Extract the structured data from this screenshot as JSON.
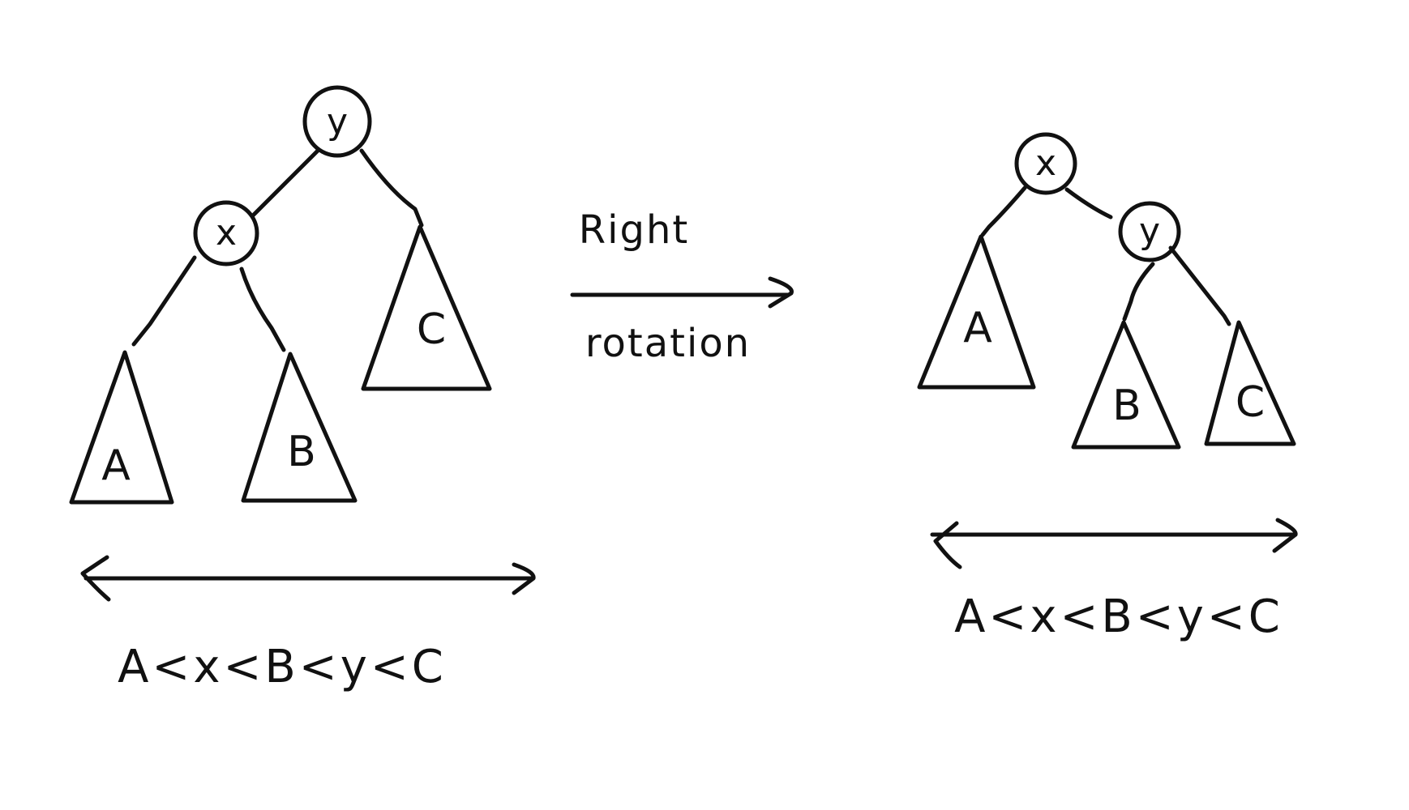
{
  "operation": {
    "label_top": "Right",
    "label_bottom": "rotation"
  },
  "before": {
    "root": "y",
    "left_child": "x",
    "subtrees": [
      "A",
      "B",
      "C"
    ],
    "ordering": "A<x<B<y<C"
  },
  "after": {
    "root": "x",
    "right_child": "y",
    "subtrees": [
      "A",
      "B",
      "C"
    ],
    "ordering": "A<x<B<y<C"
  }
}
